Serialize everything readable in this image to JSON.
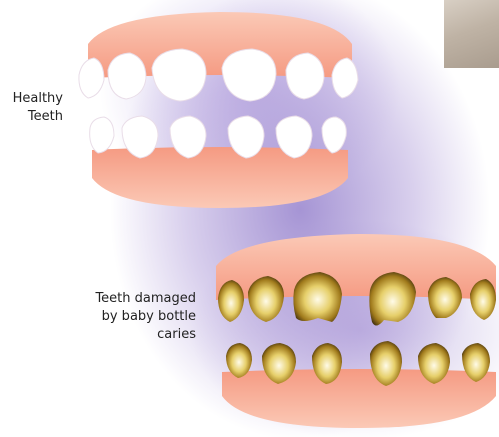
{
  "labels": {
    "healthy": "Healthy\nTeeth",
    "damaged": "Teeth damaged\nby baby bottle\ncaries"
  },
  "colors": {
    "gum": "#f7a58e",
    "gum_light": "#fbd0c0",
    "tooth": "#ffffff",
    "decay_dark": "#3b2a0e",
    "decay_mid": "#a07a1c",
    "decay_light": "#e6cf6a",
    "background_haze": "#9f8fd4"
  },
  "icons": [
    "healthy-teeth-illustration",
    "decayed-teeth-illustration",
    "photo-thumbnail"
  ]
}
